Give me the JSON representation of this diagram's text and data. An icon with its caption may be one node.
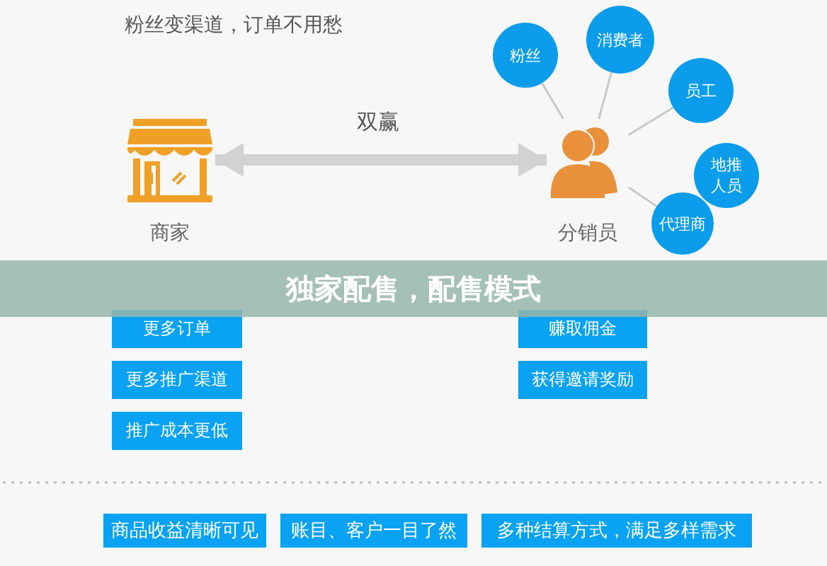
{
  "diagram": {
    "title": "粉丝变渠道，订单不用愁",
    "nodes": [
      {
        "text": [
          "商家"
        ]
      },
      {
        "text": [
          "分销员"
        ]
      },
      {
        "text": [
          "粉丝"
        ]
      },
      {
        "text": [
          "消费者"
        ]
      },
      {
        "text": [
          "员工"
        ]
      },
      {
        "text": [
          "地推人员"
        ]
      },
      {
        "text": [
          "代理商"
        ]
      },
      {
        "text": [
          "更多订单"
        ]
      },
      {
        "text": [
          "更多推广渠道"
        ]
      },
      {
        "text": [
          "推广成本更低"
        ]
      },
      {
        "text": [
          "赚取佣金"
        ]
      },
      {
        "text": [
          "获得邀请奖励"
        ]
      },
      {
        "text": [
          "商品收益清晰可见"
        ]
      },
      {
        "text": [
          "账目、客户一目了然"
        ]
      },
      {
        "text": [
          "多种结算方式，满足多样需求"
        ]
      }
    ],
    "edges": [
      {
        "from": 0,
        "to": 1,
        "arrow": "both",
        "label": "双赢",
        "style": "thick"
      },
      {
        "from": 1,
        "to": 2,
        "arrow": "none"
      },
      {
        "from": 1,
        "to": 3,
        "arrow": "none"
      },
      {
        "from": 1,
        "to": 4,
        "arrow": "none"
      },
      {
        "from": 1,
        "to": 6,
        "arrow": "none"
      }
    ],
    "labels": [
      "独家配售，配售模式"
    ]
  }
}
